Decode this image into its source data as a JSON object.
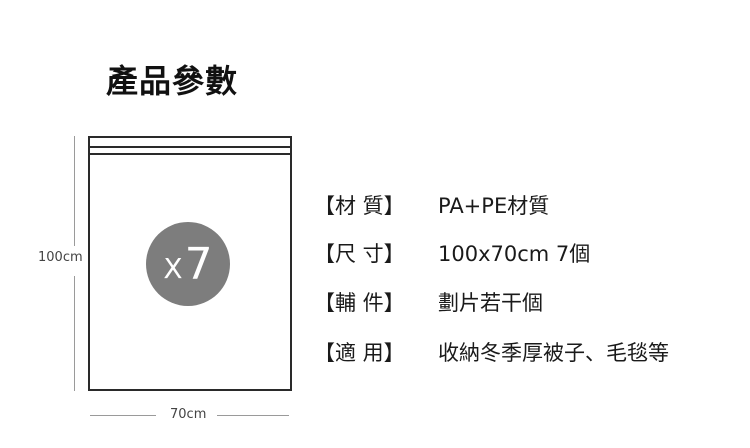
{
  "title": "產品參數",
  "bag": {
    "quantity_prefix": "X",
    "quantity": "7",
    "height_label": "100cm",
    "width_label": "70cm"
  },
  "specs": [
    {
      "label": "【材 質】",
      "value": "PA+PE材質"
    },
    {
      "label": "【尺 寸】",
      "value": "100x70cm 7個"
    },
    {
      "label": "【輔 件】",
      "value": "劃片若干個"
    },
    {
      "label": "【適 用】",
      "value": "收納冬季厚被子、毛毯等"
    }
  ]
}
